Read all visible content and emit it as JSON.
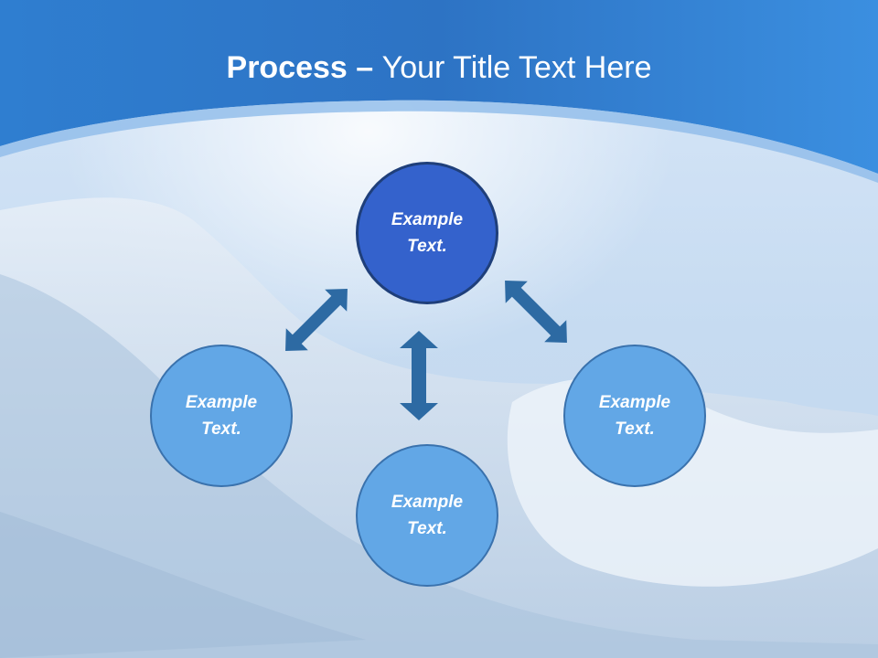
{
  "slide": {
    "title_bold": "Process",
    "title_sep": " – ",
    "title_rest": "Your Title Text Here"
  },
  "diagram": {
    "nodes": [
      {
        "id": "top",
        "line1": "Example",
        "line2": "Text."
      },
      {
        "id": "left",
        "line1": "Example",
        "line2": "Text."
      },
      {
        "id": "bottom",
        "line1": "Example",
        "line2": "Text."
      },
      {
        "id": "right",
        "line1": "Example",
        "line2": "Text."
      }
    ],
    "connections": [
      {
        "from": "top",
        "to": "left",
        "style": "double-arrow"
      },
      {
        "from": "top",
        "to": "bottom",
        "style": "double-arrow"
      },
      {
        "from": "top",
        "to": "right",
        "style": "double-arrow"
      }
    ]
  },
  "colors": {
    "header_blue": "#2f7fd0",
    "center_node": "#3462cc",
    "side_nodes": "#62a7e6",
    "arrows": "#2d6aa3"
  }
}
